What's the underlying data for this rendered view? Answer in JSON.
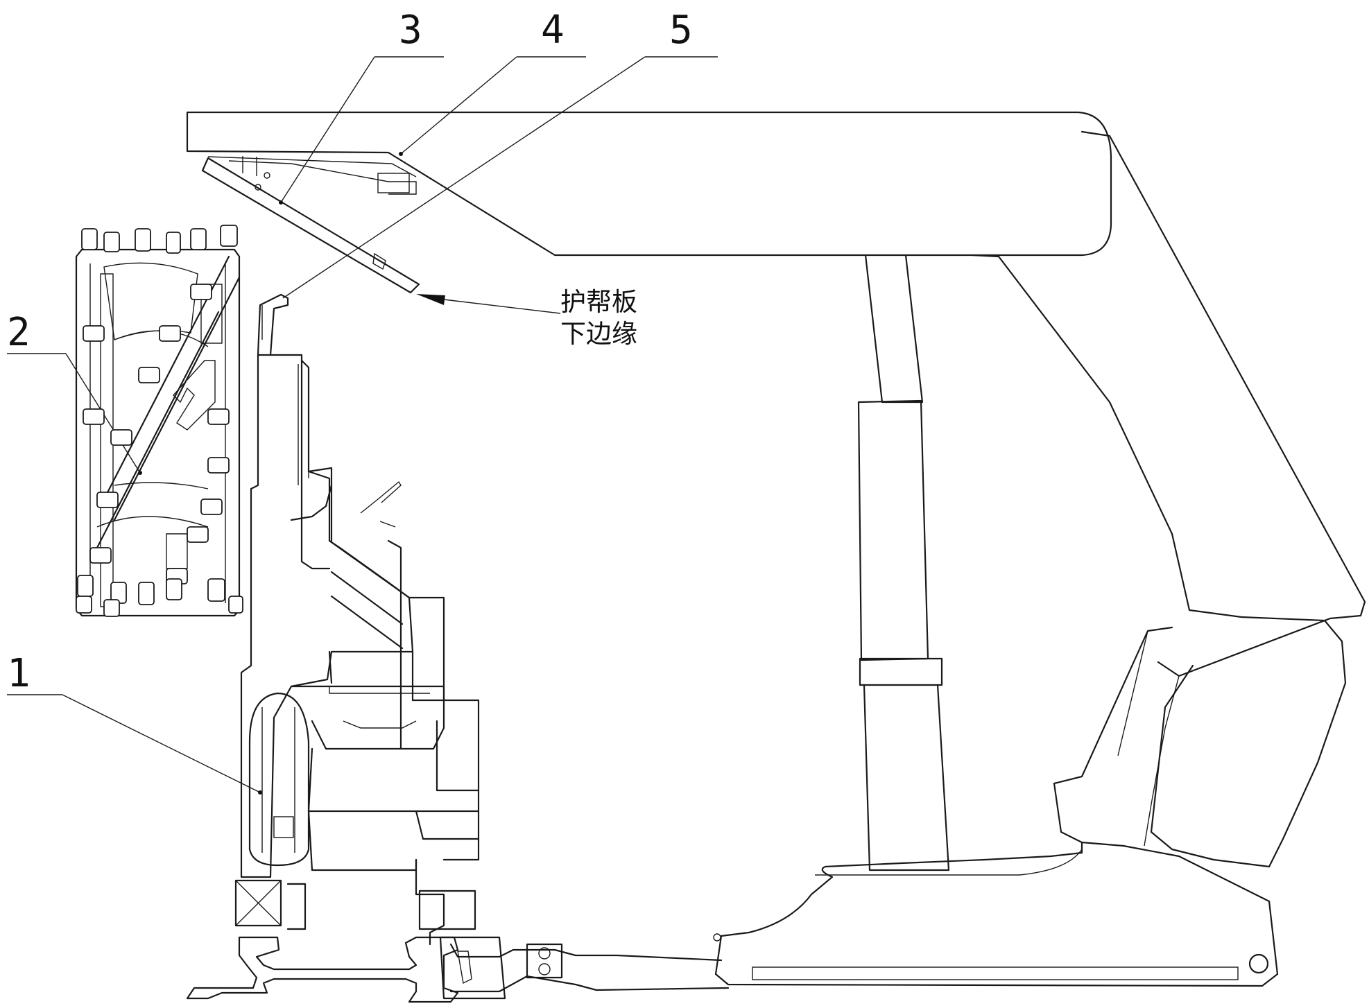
{
  "labels": {
    "n1": "1",
    "n2": "2",
    "n3": "3",
    "n4": "4",
    "n5": "5"
  },
  "annotation": {
    "line1": "护帮板",
    "line2": "下边缘"
  }
}
